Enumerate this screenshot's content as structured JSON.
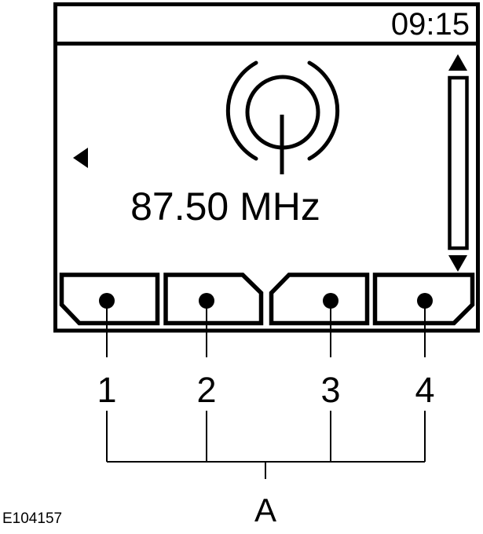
{
  "figure": {
    "id": "E104157"
  },
  "display": {
    "time": "09:15",
    "frequency": "87.50 MHz",
    "icons": {
      "antenna": "radio-antenna-icon",
      "cursor": "left-arrowhead-icon",
      "scroll_up": "up-arrowhead-icon",
      "scroll_down": "down-arrowhead-icon"
    }
  },
  "presets": {
    "buttons": [
      {
        "label": "1"
      },
      {
        "label": "2"
      },
      {
        "label": "3"
      },
      {
        "label": "4"
      }
    ],
    "group_label": "A"
  },
  "colors": {
    "ink": "#000000",
    "background": "#ffffff"
  }
}
